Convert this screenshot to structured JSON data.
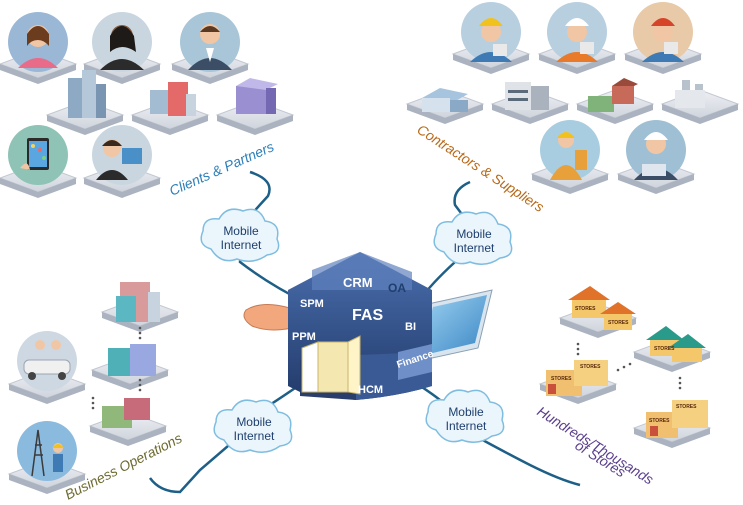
{
  "groups": {
    "clients": {
      "label": "Clients & Partners",
      "color": "#2d7fb8"
    },
    "contractors": {
      "label": "Contractors & Suppliers",
      "color": "#b86a1a"
    },
    "operations": {
      "label": "Business Operations",
      "color": "#6d6a30"
    },
    "stores": {
      "label_line1": "Hundreds/Thousands",
      "label_line2": "of Stores",
      "color": "#5a3e8c"
    }
  },
  "clouds": [
    {
      "line1": "Mobile",
      "line2": "Internet"
    },
    {
      "line1": "Mobile",
      "line2": "Internet"
    },
    {
      "line1": "Mobile",
      "line2": "Internet"
    },
    {
      "line1": "Mobile",
      "line2": "Internet"
    }
  ],
  "house": {
    "modules": [
      "CRM",
      "OA",
      "SPM",
      "FAS",
      "BI",
      "PPM",
      "Finance",
      "HCM"
    ]
  },
  "store_signs": [
    "STORES",
    "STORES",
    "STORES",
    "STORES",
    "STORES",
    "STORES",
    "STORES"
  ],
  "colors": {
    "line": "#1d5f86",
    "cloud_fill": "#eaf5fc",
    "cloud_stroke": "#7fbde0",
    "tile": "#dfe3ea",
    "house": "#2f4f86"
  }
}
